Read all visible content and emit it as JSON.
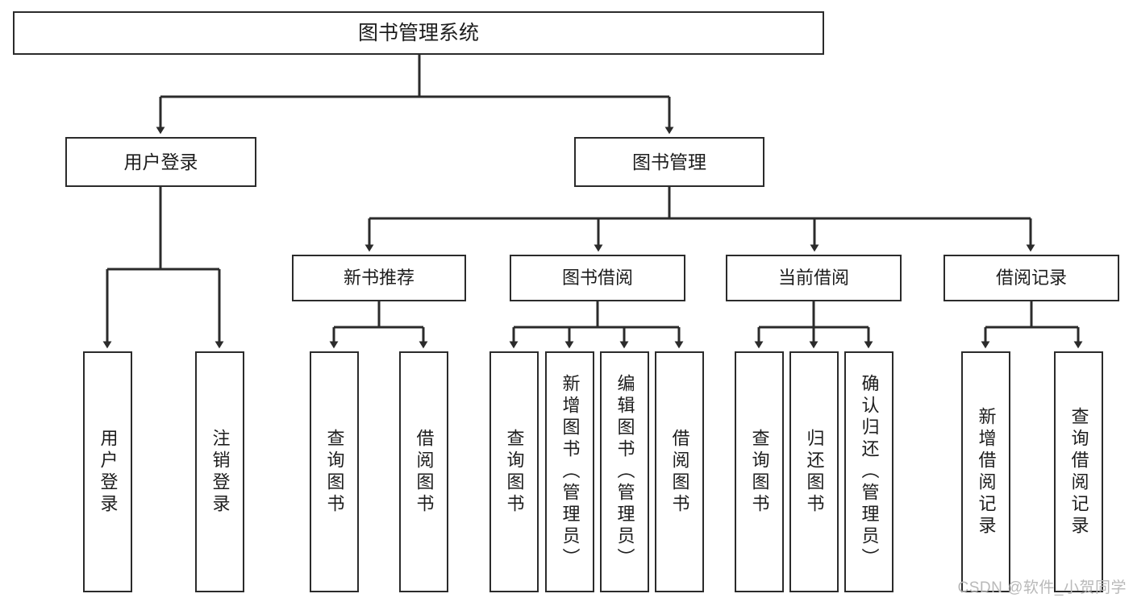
{
  "diagram": {
    "title": "图书管理系统",
    "type": "tree",
    "root": {
      "label": "图书管理系统"
    },
    "level2": [
      {
        "label": "用户登录"
      },
      {
        "label": "图书管理"
      }
    ],
    "level3": [
      {
        "label": "新书推荐"
      },
      {
        "label": "图书借阅"
      },
      {
        "label": "当前借阅"
      },
      {
        "label": "借阅记录"
      }
    ],
    "leaves": {
      "user_login": [
        {
          "label": "用户登录"
        },
        {
          "label": "注销登录"
        }
      ],
      "new_book_recommend": [
        {
          "label": "查询图书"
        },
        {
          "label": "借阅图书"
        }
      ],
      "book_borrow": [
        {
          "label": "查询图书"
        },
        {
          "label": "新增图书（管理员）"
        },
        {
          "label": "编辑图书（管理员）"
        },
        {
          "label": "借阅图书"
        }
      ],
      "current_borrow": [
        {
          "label": "查询图书"
        },
        {
          "label": "归还图书"
        },
        {
          "label": "确认归还（管理员）"
        }
      ],
      "borrow_record": [
        {
          "label": "新增借阅记录"
        },
        {
          "label": "查询借阅记录"
        }
      ]
    }
  },
  "watermark": {
    "text": "CSDN @软件_小贺同学"
  },
  "colors": {
    "stroke": "#2b2b2b",
    "text": "#1d1d1d",
    "background": "#ffffff",
    "watermark": "#b9b9b9"
  }
}
